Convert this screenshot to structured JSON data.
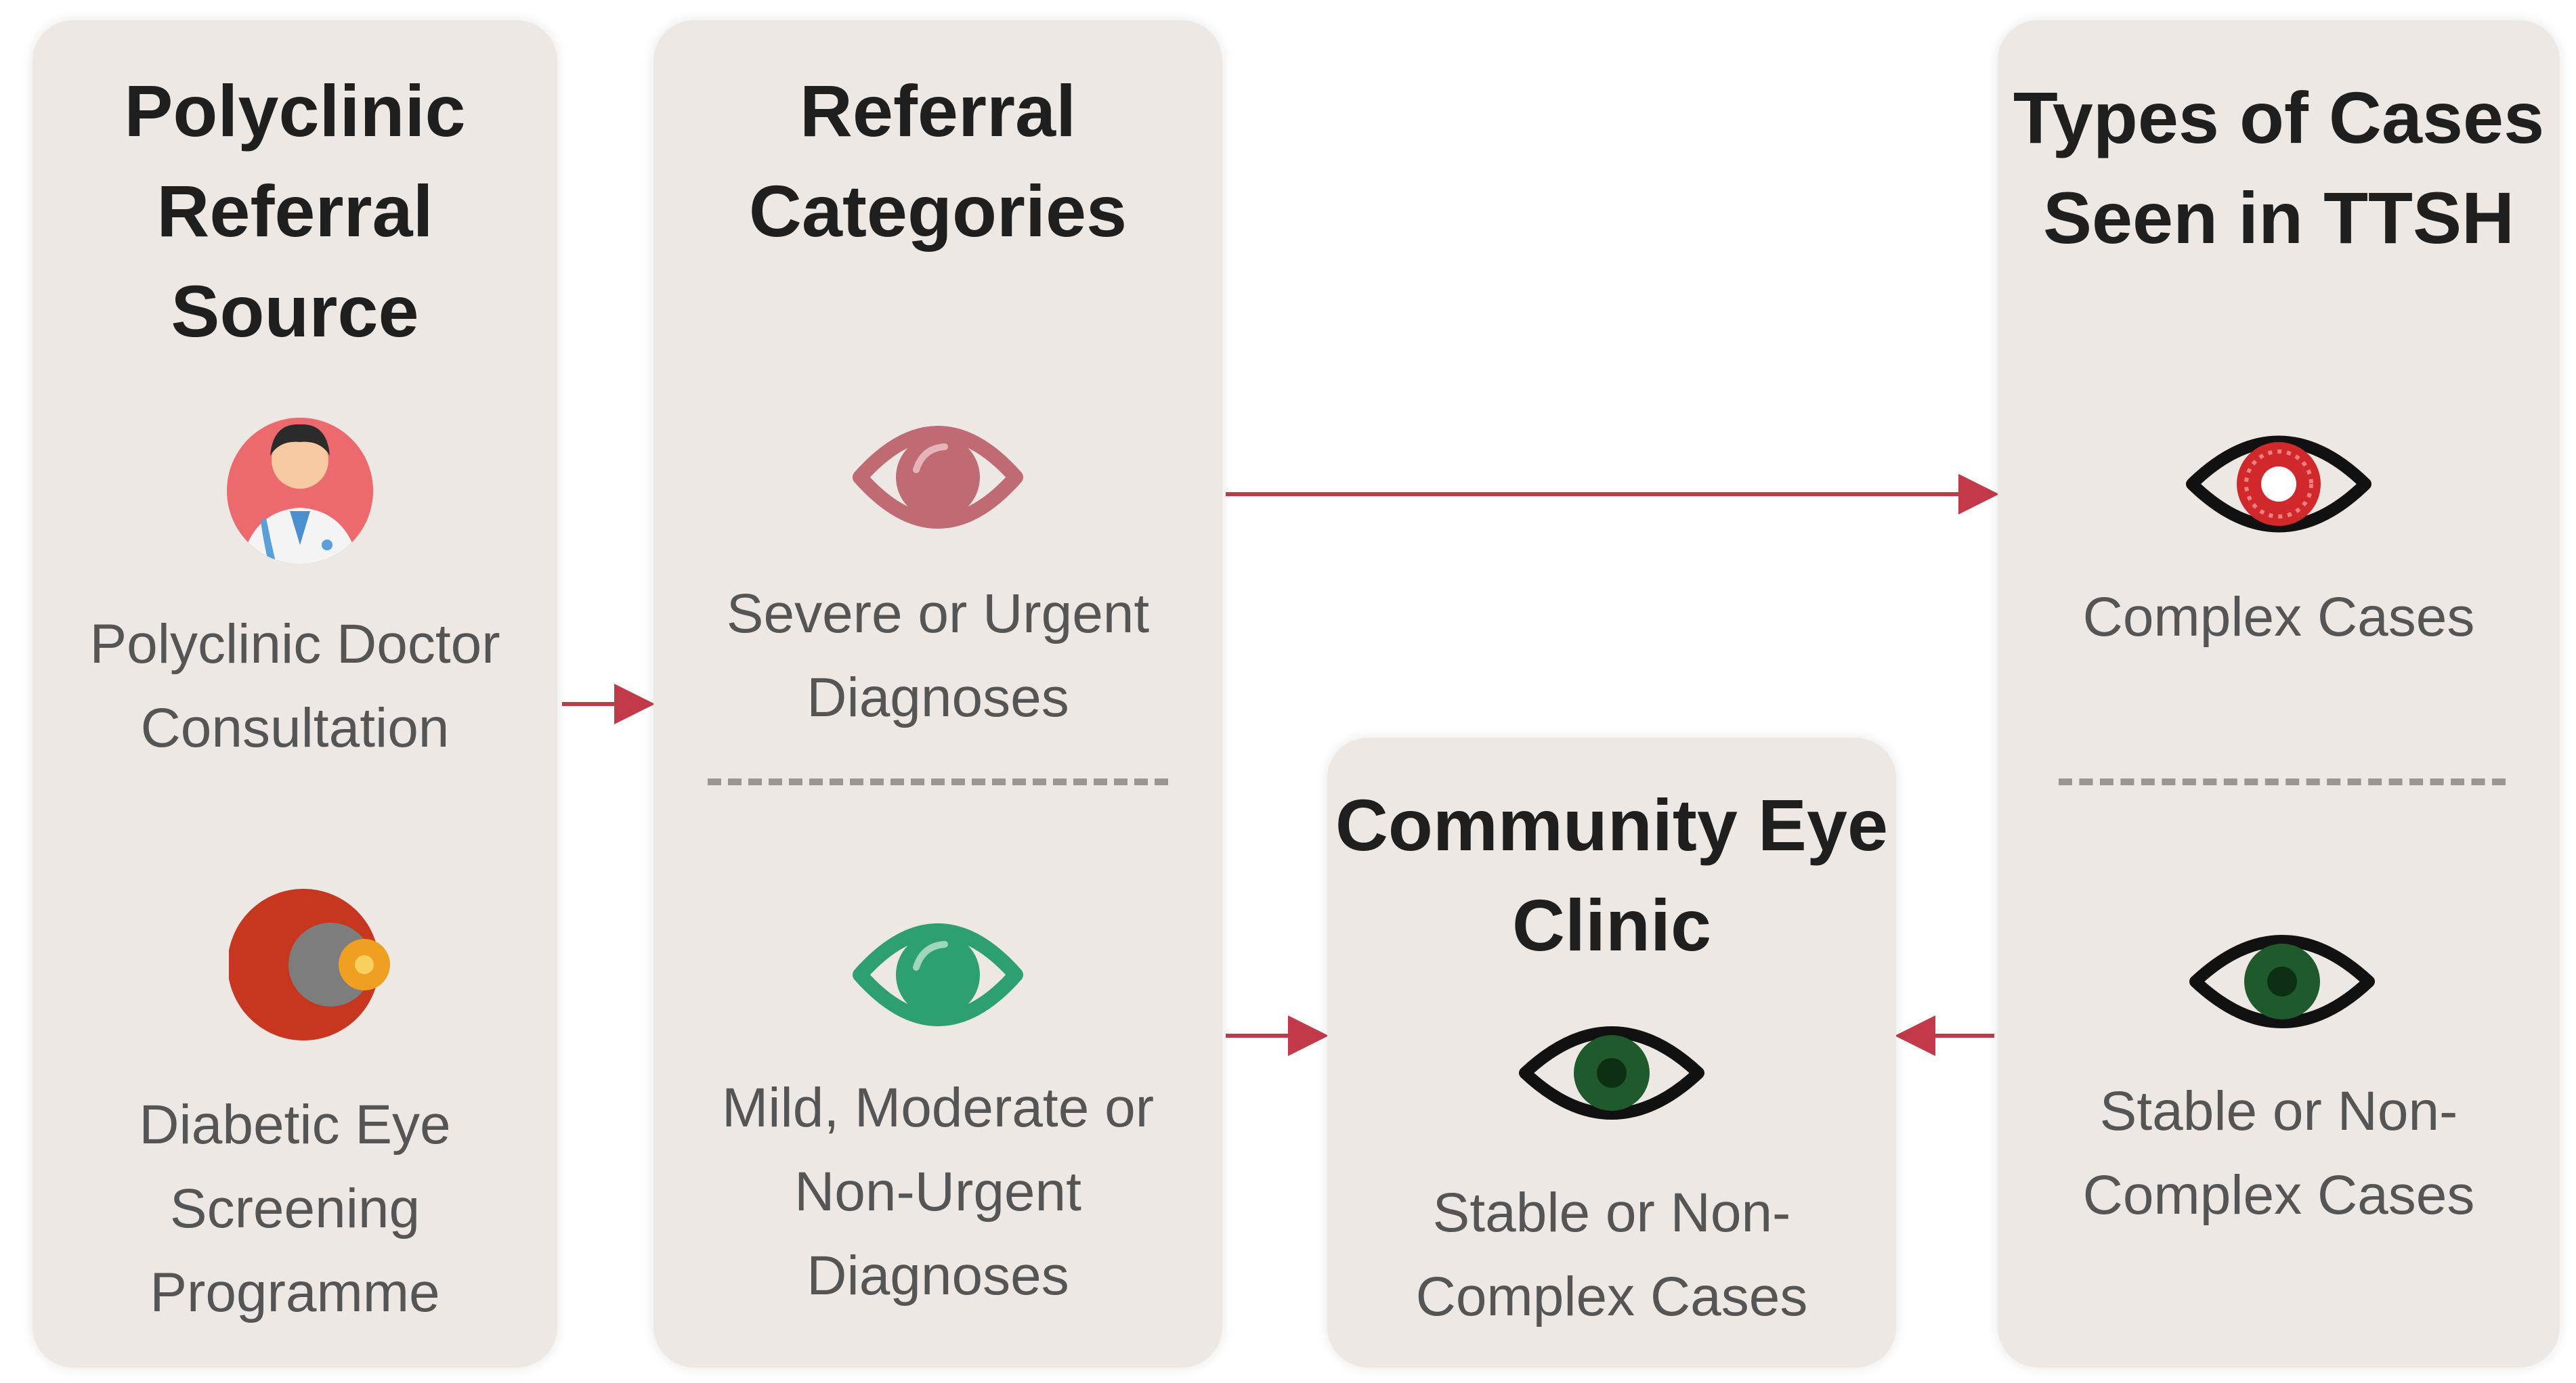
{
  "columns": {
    "source": {
      "title": [
        "Polyclinic",
        "Referral Source"
      ],
      "items": [
        {
          "icon": "doctor-icon",
          "label": [
            "Polyclinic Doctor",
            "Consultation"
          ]
        },
        {
          "icon": "eye-screening-icon",
          "label": [
            "Diabetic Eye",
            "Screening Programme"
          ]
        }
      ]
    },
    "categories": {
      "title": [
        "Referral",
        "Categories"
      ],
      "items": [
        {
          "icon": "eye-icon",
          "color": "#c06a74",
          "label": [
            "Severe or Urgent",
            "Diagnoses"
          ]
        },
        {
          "icon": "eye-icon",
          "color": "#2e9f6f",
          "label": [
            "Mild, Moderate or",
            "Non-Urgent",
            "Diagnoses"
          ]
        }
      ]
    },
    "types": {
      "title": [
        "Types of Cases",
        "Seen in TTSH"
      ],
      "items": [
        {
          "icon": "red-eye-icon",
          "color": "#d0282b",
          "label": [
            "Complex Cases"
          ]
        },
        {
          "icon": "green-eye-icon",
          "color": "#1e5a2a",
          "label": [
            "Stable or Non-",
            "Complex Cases"
          ]
        }
      ]
    },
    "community": {
      "title": [
        "Community Eye",
        "Clinic"
      ],
      "items": [
        {
          "icon": "green-eye-icon",
          "color": "#1e5a2a",
          "label": [
            "Stable or Non-",
            "Complex Cases"
          ]
        }
      ]
    }
  },
  "colors": {
    "panel": "#ede8e3",
    "arrow": "#c23a4a",
    "divider": "#9a9591"
  }
}
